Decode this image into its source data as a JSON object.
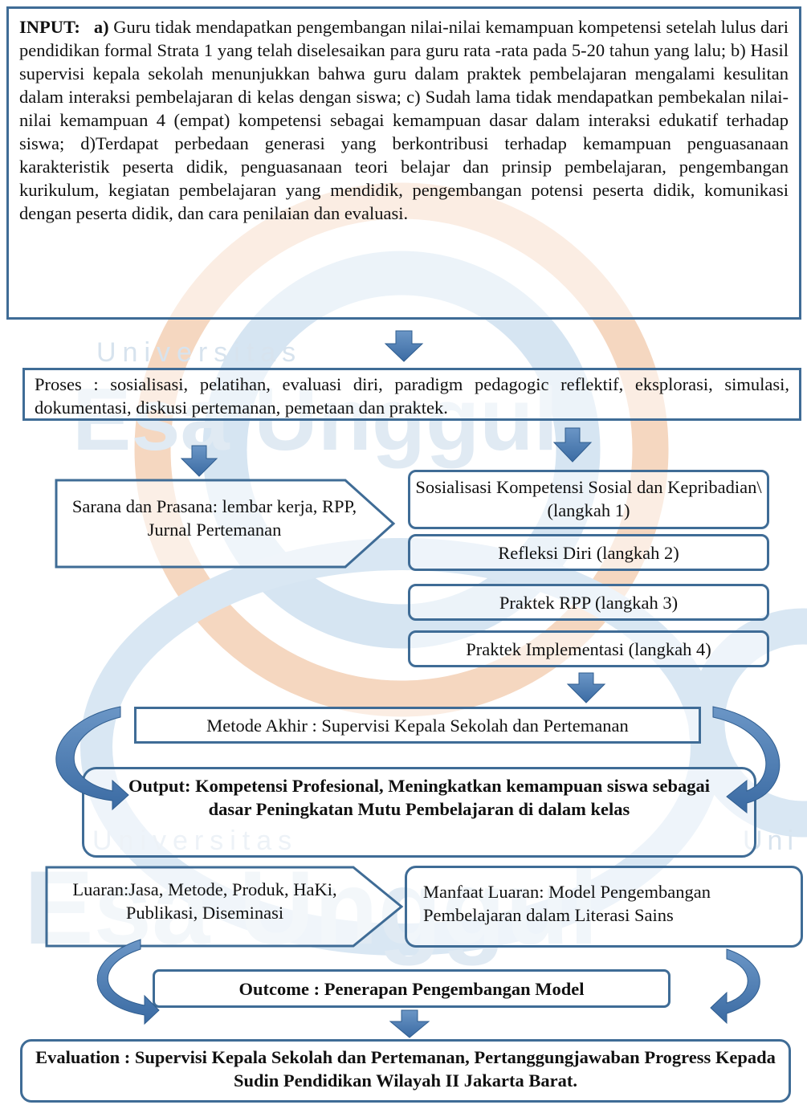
{
  "watermark": {
    "words": [
      "Universitas",
      "Esa Unggul",
      "Universitas",
      "Esa Unggul",
      "Uni"
    ],
    "colors": {
      "blue": "#cfe0ef",
      "orange": "#f7d3b5"
    }
  },
  "input": {
    "label": "INPUT:",
    "a_marker": "a)",
    "text": "Guru tidak mendapatkan pengembangan nilai-nilai kemampuan kompetensi setelah lulus dari pendidikan formal Strata 1 yang telah diselesaikan para guru rata -rata pada 5-20 tahun yang lalu; b) Hasil supervisi kepala sekolah menunjukkan bahwa guru dalam praktek pembelajaran mengalami kesulitan dalam interaksi pembelajaran di kelas dengan siswa; c) Sudah lama tidak mendapatkan pembekalan nilai-nilai kemampuan 4 (empat) kompetensi sebagai kemampuan dasar dalam interaksi edukatif terhadap siswa; d)Terdapat perbedaan generasi yang berkontribusi terhadap kemampuan penguasanaan karakteristik peserta didik, penguasanaan teori belajar dan prinsip pembelajaran, pengembangan kurikulum, kegiatan pembelajaran yang mendidik, pengembangan potensi peserta didik, komunikasi dengan peserta didik, dan cara penilaian dan evaluasi."
  },
  "proses": "Proses : sosialisasi, pelatihan, evaluasi diri, paradigm pedagogic reflektif, eksplorasi, simulasi, dokumentasi, diskusi pertemanan, pemetaan dan praktek.",
  "sarana": "Sarana dan Prasana: lembar kerja, RPP, Jurnal Pertemanan",
  "steps": [
    "Sosialisasi Kompetensi Sosial dan Kepribadian\\ (langkah 1)",
    "Refleksi Diri (langkah 2)",
    "Praktek RPP (langkah 3)",
    "Praktek Implementasi (langkah 4)"
  ],
  "metode": "Metode Akhir : Supervisi Kepala Sekolah dan Pertemanan",
  "output": "Output: Kompetensi Profesional, Meningkatkan kemampuan siswa sebagai dasar Peningkatan Mutu Pembelajaran di dalam kelas",
  "luaran": "Luaran:Jasa, Metode, Produk, HaKi, Publikasi, Diseminasi",
  "manfaat": "Manfaat Luaran: Model Pengembangan Pembelajaran dalam Literasi Sains",
  "outcome": "Outcome : Penerapan Pengembangan Model",
  "evaluation": "Evaluation : Supervisi Kepala Sekolah dan Pertemanan, Pertanggungjawaban Progress Kepada Sudin Pendidikan Wilayah II Jakarta Barat.",
  "colors": {
    "border": "#3f6c96",
    "arrow": "#4a78b0",
    "arrow_dark": "#2f5d8f"
  }
}
